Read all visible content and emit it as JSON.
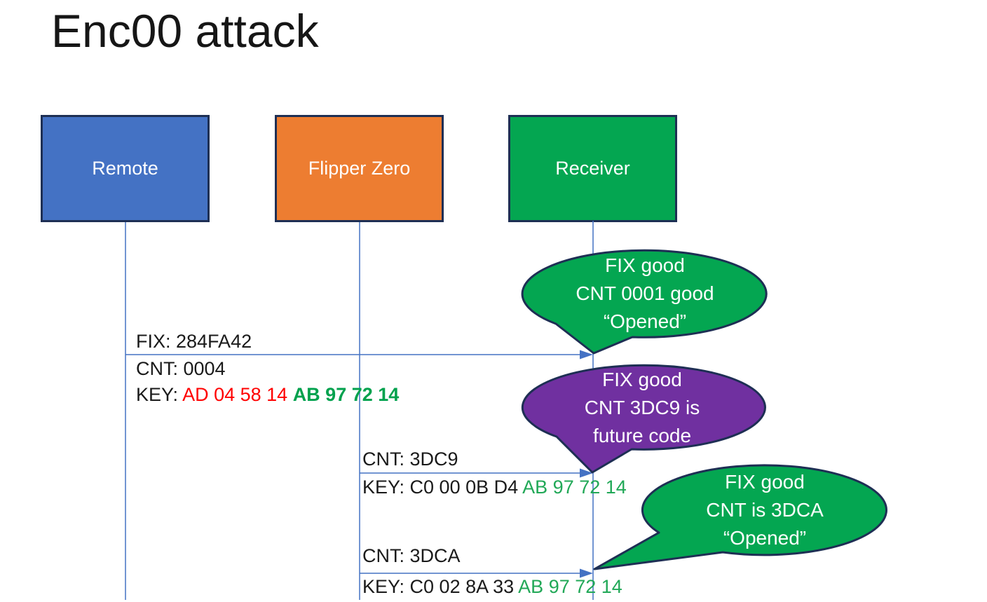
{
  "title": "Enc00 attack",
  "colors": {
    "actor_blue": "#4472C4",
    "actor_orange": "#ED7D31",
    "actor_green": "#04A651",
    "callout_green": "#04A651",
    "callout_purple": "#7030A0",
    "outline_navy": "#1E2F54",
    "arrow_blue": "#4472C4",
    "key_red": "#FF0000",
    "key_green_bold": "#00A14D",
    "key_green": "#21A857"
  },
  "actors": [
    {
      "id": "remote",
      "label": "Remote"
    },
    {
      "id": "flipper-zero",
      "label": "Flipper Zero"
    },
    {
      "id": "receiver",
      "label": "Receiver"
    }
  ],
  "messages": [
    {
      "from": "Remote",
      "to": "Receiver",
      "fix_line": "FIX: 284FA42",
      "cnt_line": "CNT: 0004",
      "key_label": "KEY: ",
      "key_red": "AD 04 58 14 ",
      "key_green": "AB 97 72 14"
    },
    {
      "from": "Flipper Zero",
      "to": "Receiver",
      "cnt_line": "CNT: 3DC9",
      "key_label": "KEY: C0 00 0B D4 ",
      "key_green": "AB 97 72 14"
    },
    {
      "from": "Flipper Zero",
      "to": "Receiver",
      "cnt_line": "CNT: 3DCA",
      "key_label": "KEY: C0 02 8A 33 ",
      "key_green": "AB 97 72 14"
    }
  ],
  "callouts": [
    {
      "color": "green",
      "lines": [
        "FIX good",
        "CNT 0001 good",
        "“Opened”"
      ]
    },
    {
      "color": "purple",
      "lines": [
        "FIX good",
        "CNT 3DC9 is",
        "future code"
      ]
    },
    {
      "color": "green",
      "lines": [
        "FIX good",
        "CNT is 3DCA",
        "“Opened”"
      ]
    }
  ]
}
